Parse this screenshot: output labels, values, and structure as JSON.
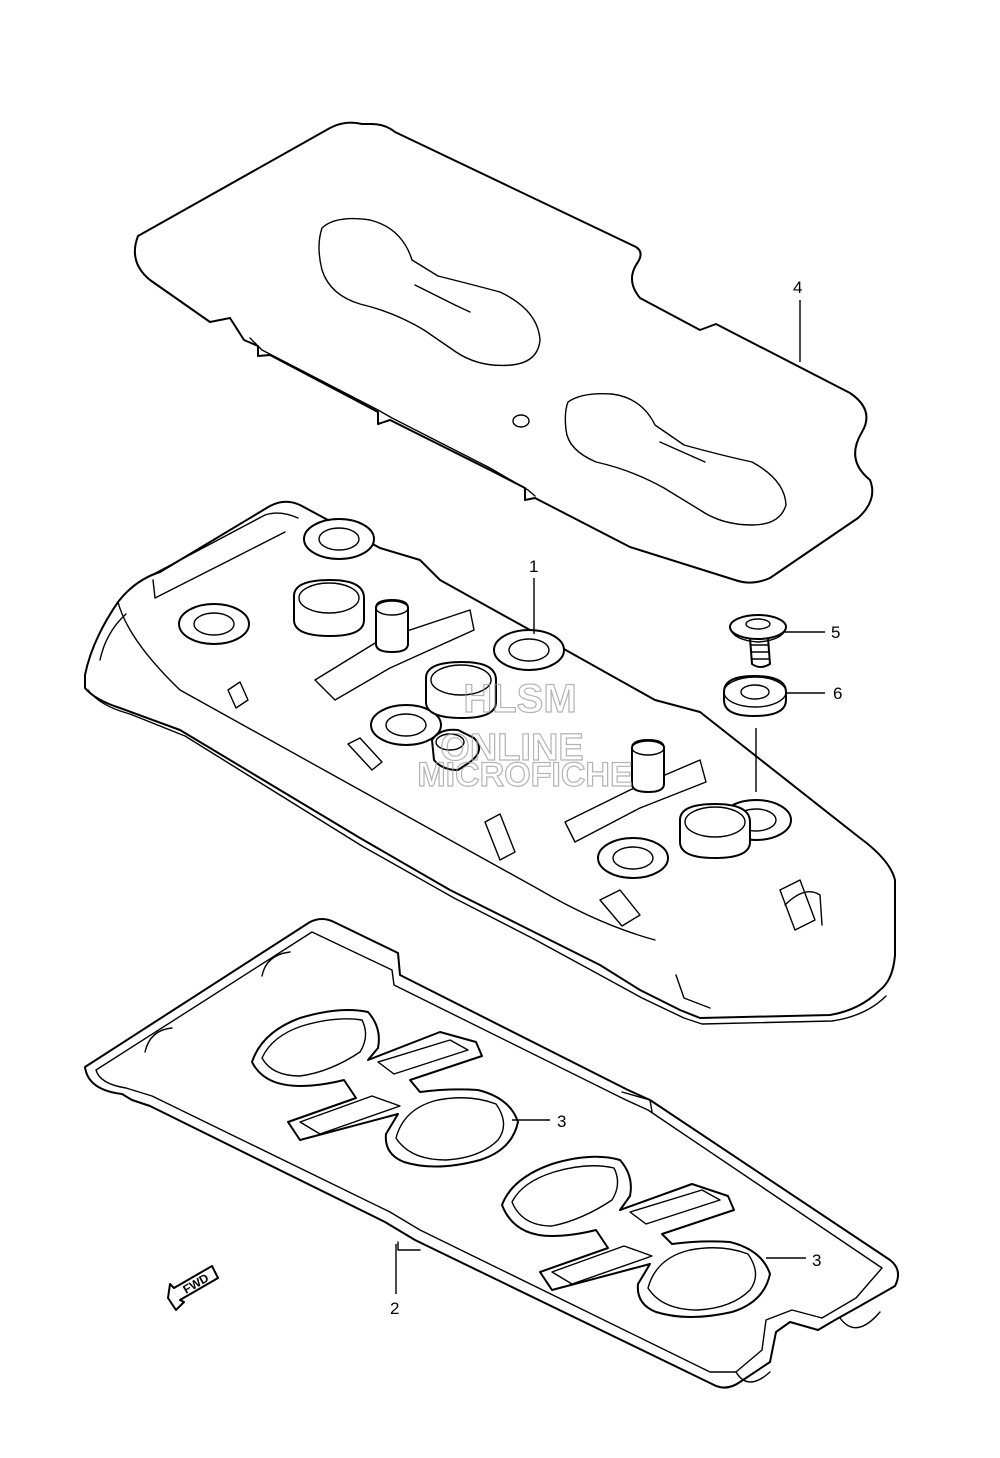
{
  "callouts": [
    {
      "id": "1",
      "label": "1"
    },
    {
      "id": "2",
      "label": "2"
    },
    {
      "id": "3a",
      "label": "3"
    },
    {
      "id": "3b",
      "label": "3"
    },
    {
      "id": "4",
      "label": "4"
    },
    {
      "id": "5",
      "label": "5"
    },
    {
      "id": "6",
      "label": "6"
    }
  ],
  "direction_arrow": {
    "label": "FWD"
  },
  "watermark": {
    "line1": "HLSM",
    "line2": "ONLINE",
    "line3": "MICROFICHE"
  },
  "colors": {
    "line": "#000000",
    "background": "#ffffff",
    "watermark": "#9a9a9a"
  }
}
